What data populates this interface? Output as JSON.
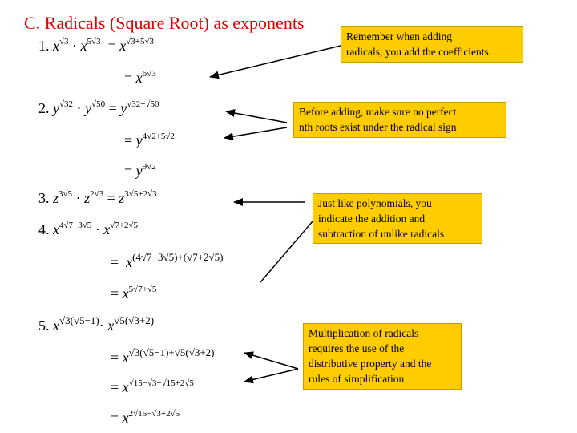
{
  "title": "C. Radicals (Square Root) as exponents",
  "equations": {
    "e1": {
      "num": "1.",
      "base1": "x",
      "exp1": "√3",
      "dot": "·",
      "base2": "x",
      "exp2": "5√3",
      "eq": "=",
      "base3": "x",
      "exp3": "√3+5√3"
    },
    "e1b": {
      "eq": "=",
      "base": "x",
      "exp": "6√3"
    },
    "e2": {
      "num": "2.",
      "base1": "y",
      "exp1": "√32",
      "dot": "·",
      "base2": "y",
      "exp2": "√50",
      "eq": "=",
      "base3": "y",
      "exp3": "√32+√50"
    },
    "e2b": {
      "eq": "=",
      "base": "y",
      "exp": "4√2+5√2"
    },
    "e2c": {
      "eq": "=",
      "base": "y",
      "exp": "9√2"
    },
    "e3": {
      "num": "3.",
      "base1": "z",
      "exp1": "3√5",
      "dot": "·",
      "base2": "z",
      "exp2": "2√3",
      "eq": "=",
      "base3": "z",
      "exp3": "3√5+2√3"
    },
    "e4": {
      "num": "4.",
      "base1": "x",
      "exp1": "4√7−3√5",
      "dot": "·",
      "base2": "x",
      "exp2": "√7+2√5"
    },
    "e4b": {
      "eq": "=",
      "base": "x",
      "exp": "(4√7−3√5)+(√7+2√5)"
    },
    "e4c": {
      "eq": "=",
      "base": "x",
      "exp": "5√7+√5"
    },
    "e5": {
      "num": "5.",
      "base1": "x",
      "exp1": "√3(√5−1)",
      "dot": "·",
      "base2": "x",
      "exp2": "√5(√3+2)"
    },
    "e5b": {
      "eq": "=",
      "base": "x",
      "exp": "√3(√5−1)+√5(√3+2)"
    },
    "e5c": {
      "eq": "=",
      "base": "x",
      "exp": "√15−√3+√15+2√5"
    },
    "e5d": {
      "eq": "=",
      "base": "x",
      "exp": "2√15−√3+2√5"
    }
  },
  "notes": {
    "n1": [
      "Remember when adding",
      "radicals, you add the coefficients"
    ],
    "n2": [
      "Before adding, make sure no perfect",
      "nth roots exist under the radical sign"
    ],
    "n3": [
      "Just like polynomials, you",
      "indicate the addition and",
      "subtraction of unlike radicals"
    ],
    "n4": [
      "Multiplication of radicals",
      "requires the use of the",
      "distributive property and the",
      "rules of simplification"
    ]
  },
  "colors": {
    "title": "#e00000",
    "note_bg": "#ffcc00"
  }
}
